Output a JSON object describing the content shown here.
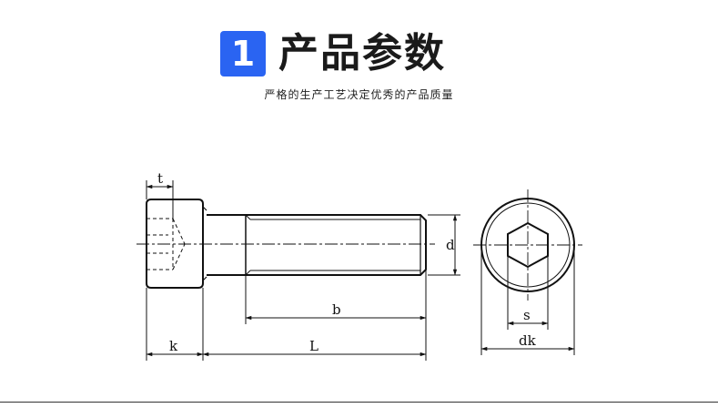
{
  "header": {
    "badge_number": "1",
    "title": "产品参数",
    "subtitle": "严格的生产工艺决定优秀的产品质量",
    "accent_color": "#2a64f2"
  },
  "drawing": {
    "labels": {
      "t": "t",
      "d": "d",
      "b": "b",
      "k": "k",
      "L": "L",
      "s": "s",
      "dk": "dk"
    }
  }
}
